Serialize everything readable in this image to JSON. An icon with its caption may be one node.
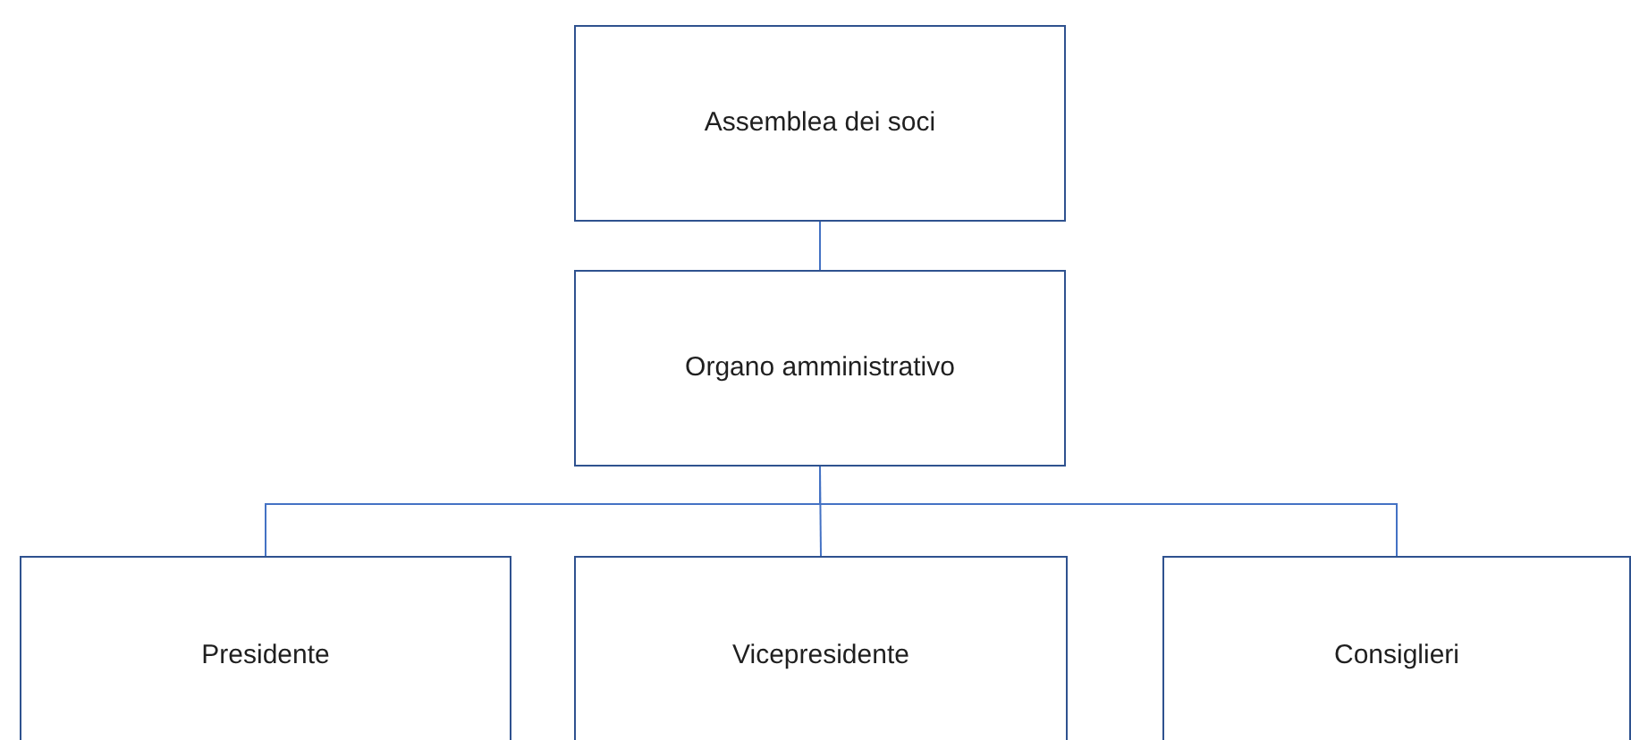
{
  "diagram": {
    "nodes": [
      {
        "text": [
          "Assemblea dei soci"
        ]
      },
      {
        "text": [
          "Organo amministrativo"
        ]
      },
      {
        "text": [
          "Presidente"
        ]
      },
      {
        "text": [
          "Vicepresidente"
        ]
      },
      {
        "text": [
          "Consiglieri"
        ]
      }
    ],
    "edges": [
      {
        "from": 0,
        "to": 1,
        "arrow": "none"
      },
      {
        "from": 1,
        "to": 2,
        "arrow": "none"
      },
      {
        "from": 1,
        "to": 3,
        "arrow": "none"
      },
      {
        "from": 1,
        "to": 4,
        "arrow": "none"
      }
    ]
  }
}
